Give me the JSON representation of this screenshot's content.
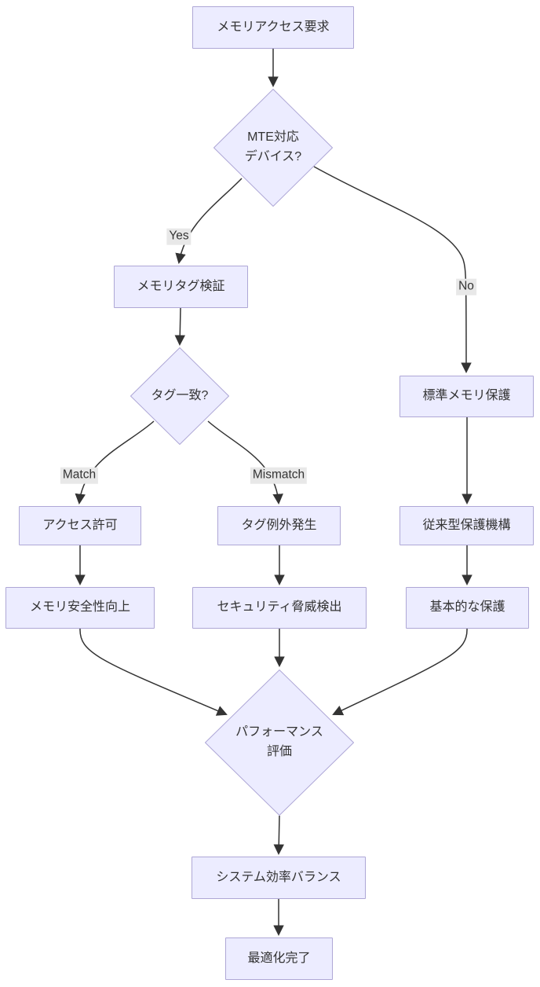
{
  "diagram": {
    "type": "flowchart",
    "direction": "top-down",
    "colors": {
      "node_fill": "#ECECFF",
      "node_border": "#aea7d6",
      "edge_color": "#333333",
      "label_bg": "#e8e8e8",
      "text_color": "#333333"
    },
    "nodes": [
      {
        "id": "start",
        "shape": "rect",
        "label": "メモリアクセス要求"
      },
      {
        "id": "mte-device",
        "shape": "diamond",
        "label": "MTE対応\nデバイス?"
      },
      {
        "id": "tag-verify",
        "shape": "rect",
        "label": "メモリタグ検証"
      },
      {
        "id": "tag-match",
        "shape": "diamond",
        "label": "タグ一致?"
      },
      {
        "id": "access-granted",
        "shape": "rect",
        "label": "アクセス許可"
      },
      {
        "id": "tag-exception",
        "shape": "rect",
        "label": "タグ例外発生"
      },
      {
        "id": "standard-protection",
        "shape": "rect",
        "label": "標準メモリ保護"
      },
      {
        "id": "legacy-mechanism",
        "shape": "rect",
        "label": "従来型保護機構"
      },
      {
        "id": "memory-safety",
        "shape": "rect",
        "label": "メモリ安全性向上"
      },
      {
        "id": "threat-detection",
        "shape": "rect",
        "label": "セキュリティ脅威検出"
      },
      {
        "id": "basic-protection",
        "shape": "rect",
        "label": "基本的な保護"
      },
      {
        "id": "performance-eval",
        "shape": "diamond",
        "label": "パフォーマンス\n評価"
      },
      {
        "id": "efficiency-balance",
        "shape": "rect",
        "label": "システム効率バランス"
      },
      {
        "id": "optimization-done",
        "shape": "rect",
        "label": "最適化完了"
      }
    ],
    "edge_labels": {
      "yes": "Yes",
      "no": "No",
      "match": "Match",
      "mismatch": "Mismatch"
    },
    "edges": [
      {
        "from": "start",
        "to": "mte-device",
        "label": ""
      },
      {
        "from": "mte-device",
        "to": "tag-verify",
        "label": "Yes"
      },
      {
        "from": "mte-device",
        "to": "standard-protection",
        "label": "No"
      },
      {
        "from": "tag-verify",
        "to": "tag-match",
        "label": ""
      },
      {
        "from": "tag-match",
        "to": "access-granted",
        "label": "Match"
      },
      {
        "from": "tag-match",
        "to": "tag-exception",
        "label": "Mismatch"
      },
      {
        "from": "access-granted",
        "to": "memory-safety",
        "label": ""
      },
      {
        "from": "tag-exception",
        "to": "threat-detection",
        "label": ""
      },
      {
        "from": "standard-protection",
        "to": "legacy-mechanism",
        "label": ""
      },
      {
        "from": "legacy-mechanism",
        "to": "basic-protection",
        "label": ""
      },
      {
        "from": "memory-safety",
        "to": "performance-eval",
        "label": ""
      },
      {
        "from": "threat-detection",
        "to": "performance-eval",
        "label": ""
      },
      {
        "from": "basic-protection",
        "to": "performance-eval",
        "label": ""
      },
      {
        "from": "performance-eval",
        "to": "efficiency-balance",
        "label": ""
      },
      {
        "from": "efficiency-balance",
        "to": "optimization-done",
        "label": ""
      }
    ]
  }
}
